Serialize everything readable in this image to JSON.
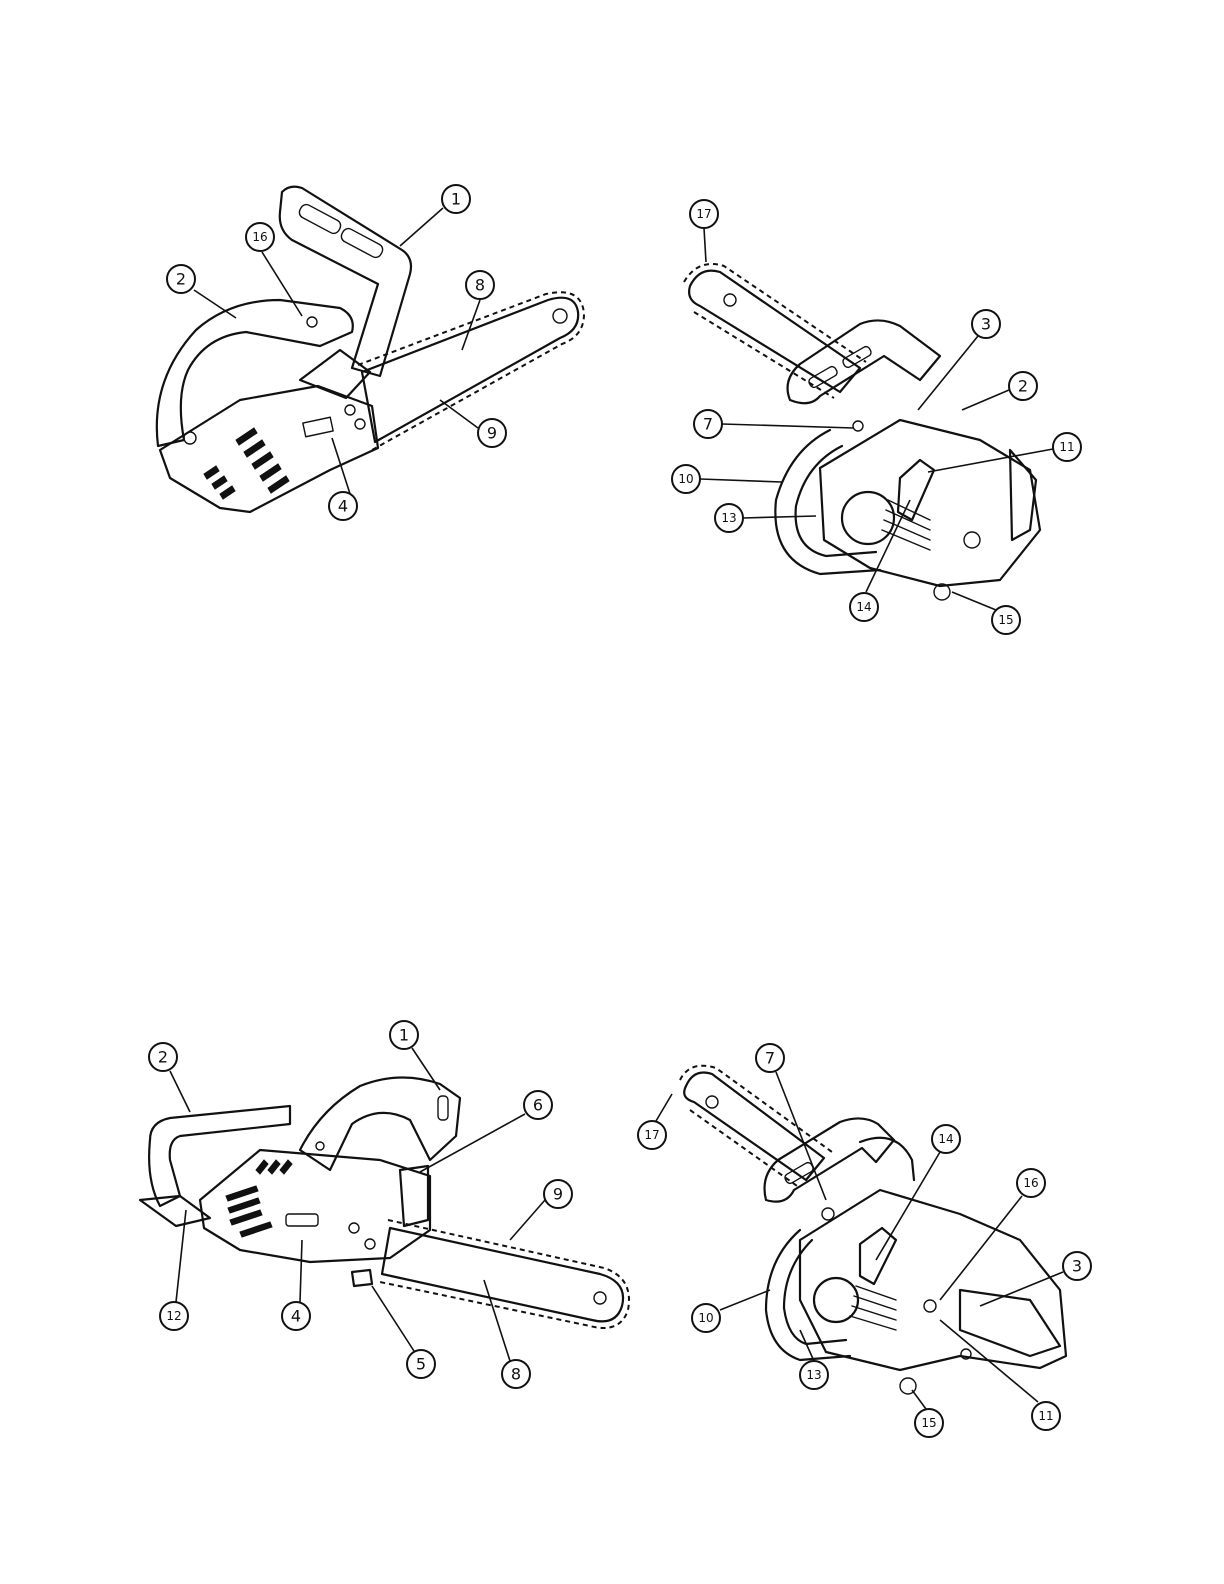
{
  "diagrams": [
    {
      "id": "top-left",
      "view": "left side, top-handle saw",
      "callouts": [
        "1",
        "2",
        "16",
        "8",
        "9",
        "4"
      ]
    },
    {
      "id": "top-right",
      "view": "right side, top-handle saw",
      "callouts": [
        "17",
        "3",
        "2",
        "7",
        "11",
        "10",
        "13",
        "14",
        "15"
      ]
    },
    {
      "id": "bottom-left",
      "view": "left side, rear-handle saw",
      "callouts": [
        "1",
        "2",
        "6",
        "9",
        "12",
        "4",
        "5",
        "8"
      ]
    },
    {
      "id": "bottom-right",
      "view": "right side, rear-handle saw",
      "callouts": [
        "7",
        "17",
        "14",
        "16",
        "3",
        "10",
        "13",
        "15",
        "11"
      ]
    }
  ]
}
